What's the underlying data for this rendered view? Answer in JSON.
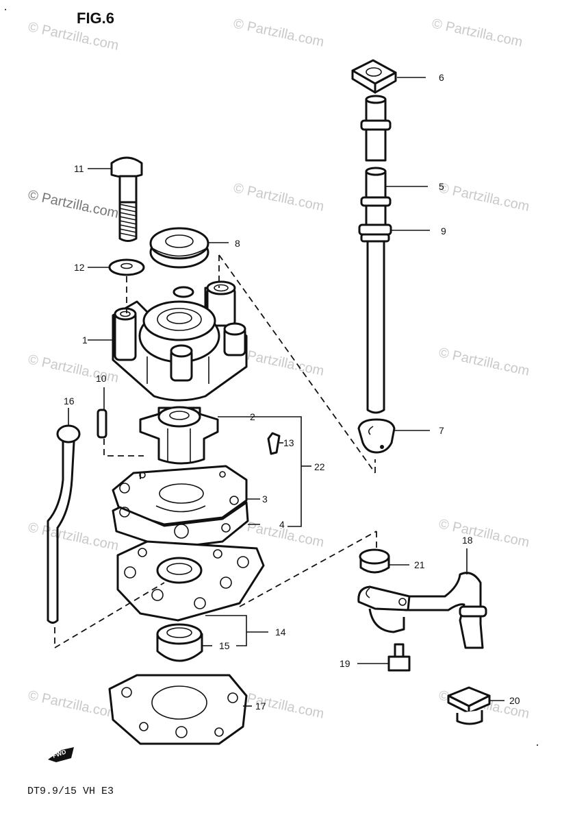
{
  "figure_title": "FIG.6",
  "model_label": "DT9.9/15 VH E3",
  "fwd_label": "FWD",
  "watermarks": [
    "© Partzilla.com",
    "© Partzilla.com",
    "© Partzilla.com",
    "© Partzilla.com",
    "© Partzilla.com",
    "© Partzilla.com",
    "© Partzilla.com",
    "© Partzilla.com",
    "© Partzilla.com",
    "© Partzilla.com",
    "© Partzilla.com",
    "© Partzilla.com",
    "© Partzilla.com",
    "© Partzilla.com",
    "© Partzilla.com"
  ],
  "callouts": [
    "1",
    "2",
    "3",
    "4",
    "5",
    "6",
    "7",
    "8",
    "9",
    "10",
    "11",
    "12",
    "13",
    "14",
    "15",
    "16",
    "17",
    "18",
    "19",
    "20",
    "21",
    "22"
  ]
}
